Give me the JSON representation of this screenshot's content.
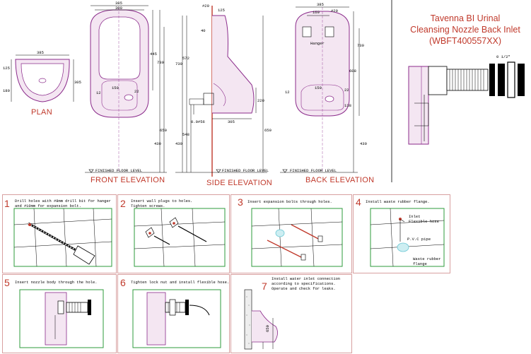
{
  "title": {
    "line1": "Tavenna BI Urinal",
    "line2": "Cleansing Nozzle Back Inlet",
    "line3": "(WBFT400557XX)"
  },
  "views": {
    "plan": "PLAN",
    "front": "FRONT ELEVATION",
    "side": "SIDE ELEVATION",
    "back": "BACK ELEVATION",
    "floor_level": "FINISHED FLOOR LEVEL"
  },
  "dimensions": {
    "plan": {
      "width": "385",
      "h1": "125",
      "h2": "305",
      "h3": "180"
    },
    "front": {
      "w1": "385",
      "w2": "300",
      "h_total": "730",
      "h_top": "445",
      "inlet_w": "150",
      "d12": "12",
      "d22": "22",
      "h_floor": "650",
      "h_low": "430"
    },
    "side": {
      "top1": "#29",
      "top2": "125",
      "d40": "40",
      "h572": "572",
      "h730": "730",
      "pipe": "0.0#56",
      "base": "305",
      "h548": "548",
      "h430": "430",
      "h220": "220",
      "h650": "650"
    },
    "back": {
      "w385": "385",
      "w160": "160",
      "d29": "#29",
      "hanger": "Hanger",
      "h730": "730",
      "h608": "608",
      "w150": "150",
      "d12": "12",
      "d22": "22",
      "h118": "118",
      "h430": "430"
    },
    "nozzle": "0 1/2\""
  },
  "steps": [
    {
      "num": "1",
      "lines": [
        "Drill holes with #8mm drill bit for hanger",
        "and #10mm for expansion bolt."
      ]
    },
    {
      "num": "2",
      "lines": [
        "Insert wall plugs to holes.",
        "Tighten screws."
      ]
    },
    {
      "num": "3",
      "lines": [
        "Insert expansion bolts through holes."
      ]
    },
    {
      "num": "4",
      "lines": [
        "Install waste rubber flange."
      ],
      "labels": [
        "Inlet",
        "Flexible hose",
        "P.V.C pipe",
        "Waste rubber",
        "flange"
      ]
    },
    {
      "num": "5",
      "lines": [
        "Insert nozzle body through the hole."
      ]
    },
    {
      "num": "6",
      "lines": [
        "Tighten lock nut and install flexible hose."
      ]
    },
    {
      "num": "7",
      "lines": [
        "Install water inlet connection",
        "according to specifications.",
        "Operate and check for leaks."
      ],
      "dim": "650"
    }
  ]
}
